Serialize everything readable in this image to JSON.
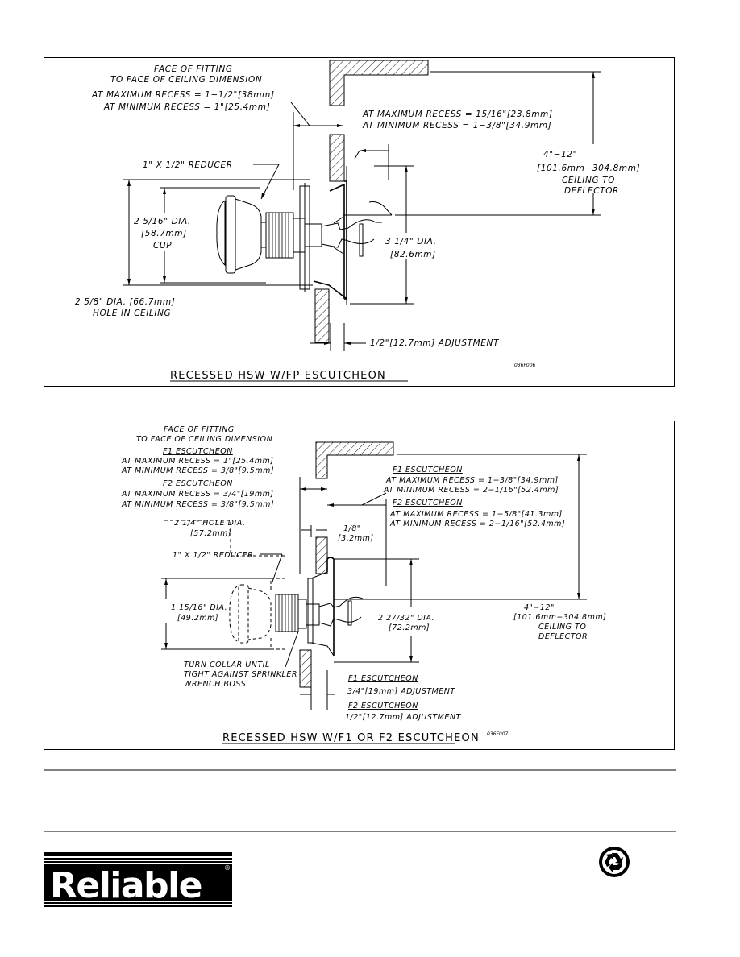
{
  "figure1": {
    "title": "RECESSED HSW W/FP ESCUTCHEON",
    "drawing_code": "036F006",
    "face_dim_line1": "FACE OF FITTING",
    "face_dim_line2": "TO FACE OF CEILING DIMENSION",
    "max_recess_left": "AT MAXIMUM RECESS = 1−1/2\"[38mm]",
    "min_recess_left": "AT MINIMUM RECESS = 1\"[25.4mm]",
    "max_recess_right": "AT MAXIMUM RECESS = 15/16\"[23.8mm]",
    "min_recess_right": "AT MINIMUM RECESS = 1−3/8\"[34.9mm]",
    "reducer": "1\" X 1/2\" REDUCER",
    "cup_line1": "2 5/16\" DIA.",
    "cup_line2": "[58.7mm]",
    "cup_line3": "CUP",
    "hole_line1": "2 5/8\" DIA. [66.7mm]",
    "hole_line2": "HOLE IN CEILING",
    "dia_line1": "3 1/4\" DIA.",
    "dia_line2": "[82.6mm]",
    "ceiling_line1": "4\"−12\"",
    "ceiling_line2": "[101.6mm−304.8mm]",
    "ceiling_line3": "CEILING TO",
    "ceiling_line4": "DEFLECTOR",
    "adjustment": "1/2\"[12.7mm] ADJUSTMENT"
  },
  "figure2": {
    "title": "RECESSED HSW W/F1 OR F2 ESCUTCHEON",
    "drawing_code": "036F007",
    "face_dim_line1": "FACE OF FITTING",
    "face_dim_line2": "TO FACE OF CEILING DIMENSION",
    "f1_left_heading": "F1 ESCUTCHEON",
    "f1_left_max": "AT MAXIMUM RECESS = 1\"[25.4mm]",
    "f1_left_min": "AT MINIMUM RECESS = 3/8\"[9.5mm]",
    "f2_left_heading": "F2 ESCUTCHEON",
    "f2_left_max": "AT MAXIMUM RECESS = 3/4\"[19mm]",
    "f2_left_min": "AT MINIMUM RECESS = 3/8\"[9.5mm]",
    "f1_right_heading": "F1 ESCUTCHEON",
    "f1_right_max": "AT MAXIMUM RECESS = 1−3/8\"[34.9mm]",
    "f1_right_min": "AT MINIMUM RECESS = 2−1/16\"[52.4mm]",
    "f2_right_heading": "F2 ESCUTCHEON",
    "f2_right_max": "AT MAXIMUM RECESS = 1−5/8\"[41.3mm]",
    "f2_right_min": "AT MINIMUM RECESS = 2−1/16\"[52.4mm]",
    "hole_line1": "2 1/4\" HOLE DIA.",
    "hole_line2": "[57.2mm]",
    "gap_line1": "1/8\"",
    "gap_line2": "[3.2mm]",
    "reducer": "1\" X 1/2\" REDUCER",
    "cup_line1": "1 15/16\" DIA.",
    "cup_line2": "[49.2mm]",
    "dia_line1": "2 27/32\" DIA.",
    "dia_line2": "[72.2mm]",
    "ceiling_line1": "4\"−12\"",
    "ceiling_line2": "[101.6mm−304.8mm]",
    "ceiling_line3": "CEILING TO",
    "ceiling_line4": "DEFLECTOR",
    "collar_line1": "TURN COLLAR UNTIL",
    "collar_line2": "TIGHT AGAINST SPRINKLER",
    "collar_line3": "WRENCH BOSS.",
    "f1_adj_heading": "F1 ESCUTCHEON",
    "f1_adj": "3/4\"[19mm] ADJUSTMENT",
    "f2_adj_heading": "F2 ESCUTCHEON",
    "f2_adj": "1/2\"[12.7mm] ADJUSTMENT"
  },
  "footer": {
    "logo_text": "Reliable",
    "logo_mark": "®",
    "recycle_icon": "recycle-icon"
  }
}
